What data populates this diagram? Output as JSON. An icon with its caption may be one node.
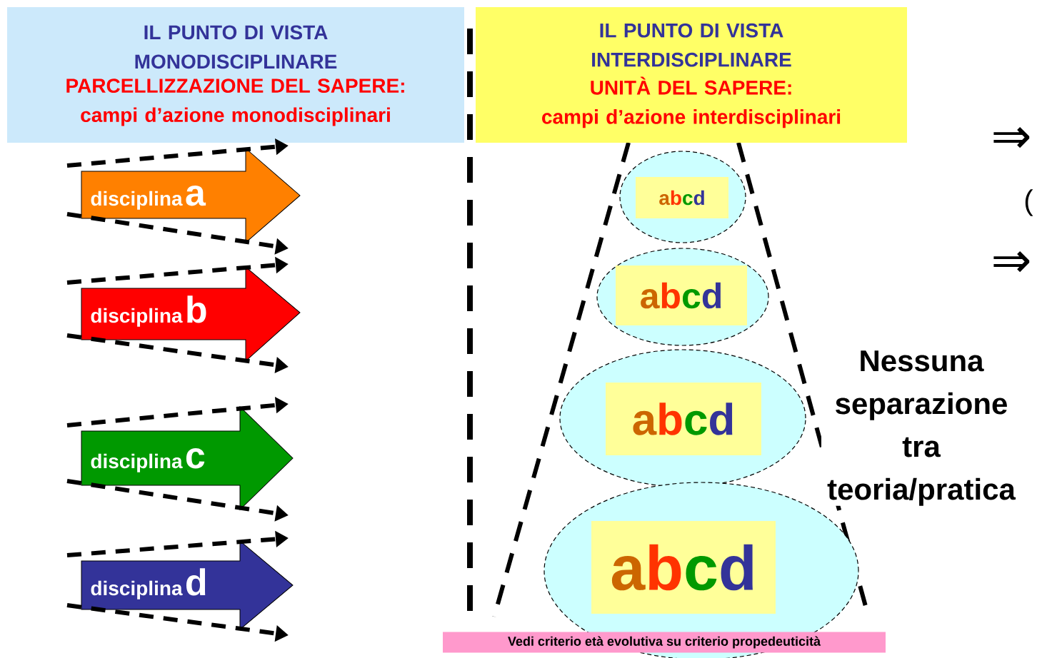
{
  "diagram": {
    "nodes": [
      {
        "text": [
          "IL PUNTO DI VISTA MONODISCIPLINARE",
          "PARCELLIZZAZIONE DEL SAPERE:",
          "campi d’azione monodisciplinari"
        ]
      },
      {
        "text": [
          "IL PUNTO DI VISTA INTERDISCIPLINARE",
          "UNITÀ DEL SAPERE:",
          "campi d’azione interdisciplinari"
        ]
      },
      {
        "text": [
          "disciplina",
          "a"
        ]
      },
      {
        "text": [
          "disciplina",
          "b"
        ]
      },
      {
        "text": [
          "disciplina",
          "c"
        ]
      },
      {
        "text": [
          "disciplina",
          "d"
        ]
      },
      {
        "text": [
          "a",
          "b",
          "c",
          "d"
        ]
      },
      {
        "text": [
          "a",
          "b",
          "c",
          "d"
        ]
      },
      {
        "text": [
          "a",
          "b",
          "c",
          "d"
        ]
      },
      {
        "text": [
          "a",
          "b",
          "c",
          "d"
        ]
      },
      {
        "text": [
          "Vedi criterio età evolutiva su criterio propedeuticità"
        ]
      }
    ],
    "labels": [
      "⇒",
      "(",
      "⇒",
      "Nessuna separazione tra teoria/pratica"
    ]
  }
}
